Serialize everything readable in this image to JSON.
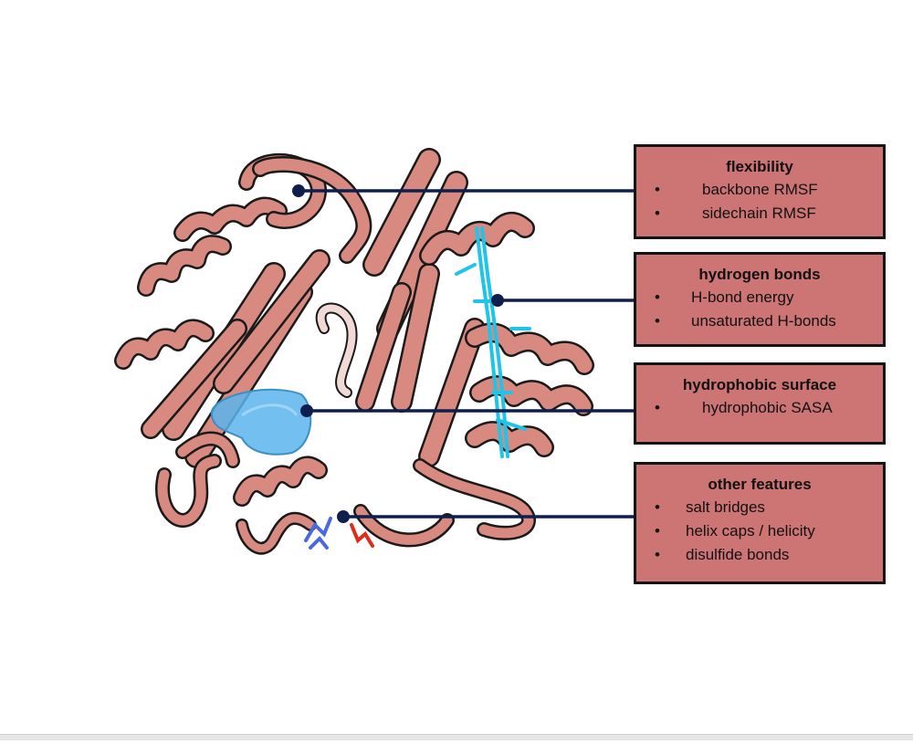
{
  "colors": {
    "ribbon": "#d98a80",
    "ribbon_dark": "#b86a63",
    "outline": "#1a1a1a",
    "box_fill": "#cd7574",
    "box_border": "#141414",
    "connector": "#0f1f4d",
    "hydrophobic_patch": "#5ab4ec",
    "hbond_network": "#20c4e8",
    "salt_bridge_blue": "#4a68e0",
    "salt_bridge_red": "#e02a1a"
  },
  "callouts": [
    {
      "title": "flexibility",
      "items": [
        "backbone RMSF",
        "sidechain RMSF"
      ]
    },
    {
      "title": "hydrogen bonds",
      "items": [
        "H-bond energy",
        "unsaturated H-bonds"
      ]
    },
    {
      "title": "hydrophobic surface",
      "items": [
        "hydrophobic SASA"
      ]
    },
    {
      "title": "other features",
      "items": [
        "salt bridges",
        "helix caps / helicity",
        "disulfide bonds"
      ]
    }
  ]
}
